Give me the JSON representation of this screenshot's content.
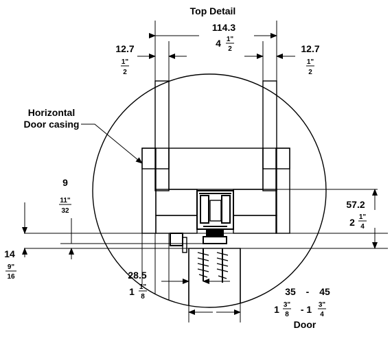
{
  "title": "Top Detail",
  "labels": {
    "casing_line1": "Horizontal",
    "casing_line2": "Door casing",
    "door": "Door"
  },
  "dimensions": {
    "width_mm": "114.3",
    "width_in_whole": "4",
    "width_in_num": "1\"",
    "width_in_den": "2",
    "left_side_mm": "12.7",
    "left_side_in_num": "1\"",
    "left_side_in_den": "2",
    "right_side_mm": "12.7",
    "right_side_in_num": "1\"",
    "right_side_in_den": "2",
    "gap9_mm": "9",
    "gap9_in_num": "11\"",
    "gap9_in_den": "32",
    "gap14_mm": "14",
    "gap14_in_num": "9\"",
    "gap14_in_den": "16",
    "height_mm": "57.2",
    "height_in_whole": "2",
    "height_in_num": "1\"",
    "height_in_den": "4",
    "offset_mm": "28.5",
    "offset_in_whole": "1",
    "offset_in_num": "1\"",
    "offset_in_den": "8",
    "door_mm_a": "35",
    "door_sep": "-",
    "door_mm_b": "45",
    "door_in_whole_a": "1",
    "door_in_num_a": "3\"",
    "door_in_den_a": "8",
    "door_in_dash": "- 1",
    "door_in_num_b": "3\"",
    "door_in_den_b": "4"
  }
}
